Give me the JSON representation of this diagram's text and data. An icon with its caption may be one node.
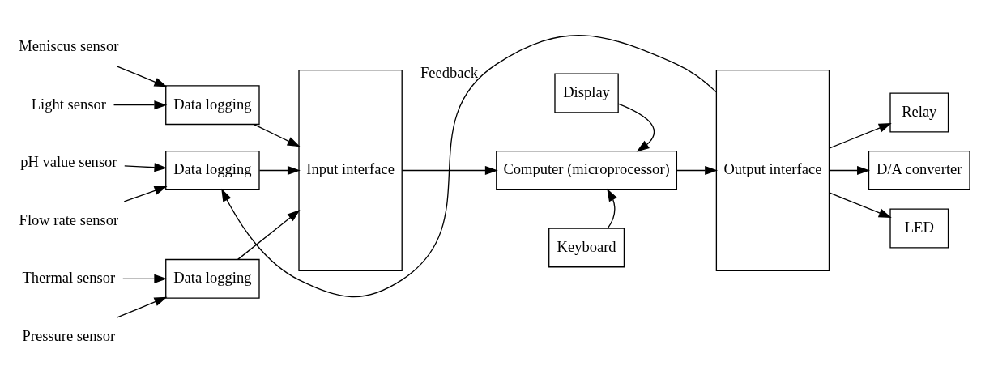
{
  "diagram": {
    "nodes": [
      {
        "text": [
          "Thermal sensor"
        ]
      },
      {
        "text": [
          "Pressure sensor"
        ]
      },
      {
        "text": [
          "Data logging"
        ]
      },
      {
        "text": [
          "Meniscus sensor"
        ]
      },
      {
        "text": [
          "Light sensor"
        ]
      },
      {
        "text": [
          "Data logging"
        ]
      },
      {
        "text": [
          "pH value sensor"
        ]
      },
      {
        "text": [
          "Flow rate sensor"
        ]
      },
      {
        "text": [
          "Data logging"
        ]
      },
      {
        "text": [
          "Input interface"
        ]
      },
      {
        "text": [
          "Display"
        ]
      },
      {
        "text": [
          "Computer (microprocessor)"
        ]
      },
      {
        "text": [
          "Keyboard"
        ]
      },
      {
        "text": [
          "Output interface"
        ]
      },
      {
        "text": [
          "Relay"
        ]
      },
      {
        "text": [
          "D/A converter"
        ]
      },
      {
        "text": [
          "LED"
        ]
      }
    ],
    "edges": [
      {
        "from": 0,
        "to": 2,
        "arrow": "to"
      },
      {
        "from": 1,
        "to": 2,
        "arrow": "to"
      },
      {
        "from": 3,
        "to": 5,
        "arrow": "to"
      },
      {
        "from": 4,
        "to": 5,
        "arrow": "to"
      },
      {
        "from": 6,
        "to": 8,
        "arrow": "to"
      },
      {
        "from": 7,
        "to": 8,
        "arrow": "to"
      },
      {
        "from": 2,
        "to": 9,
        "arrow": "to"
      },
      {
        "from": 5,
        "to": 9,
        "arrow": "to"
      },
      {
        "from": 8,
        "to": 9,
        "arrow": "to"
      },
      {
        "from": 9,
        "to": 11,
        "arrow": "to"
      },
      {
        "from": 10,
        "to": 11,
        "arrow": "to"
      },
      {
        "from": 12,
        "to": 11,
        "arrow": "to"
      },
      {
        "from": 11,
        "to": 13,
        "arrow": "to"
      },
      {
        "from": 13,
        "to": 14,
        "arrow": "to"
      },
      {
        "from": 13,
        "to": 15,
        "arrow": "to"
      },
      {
        "from": 13,
        "to": 16,
        "arrow": "to"
      },
      {
        "from": 13,
        "to": 8,
        "arrow": "to",
        "label": "Feedback"
      }
    ]
  }
}
